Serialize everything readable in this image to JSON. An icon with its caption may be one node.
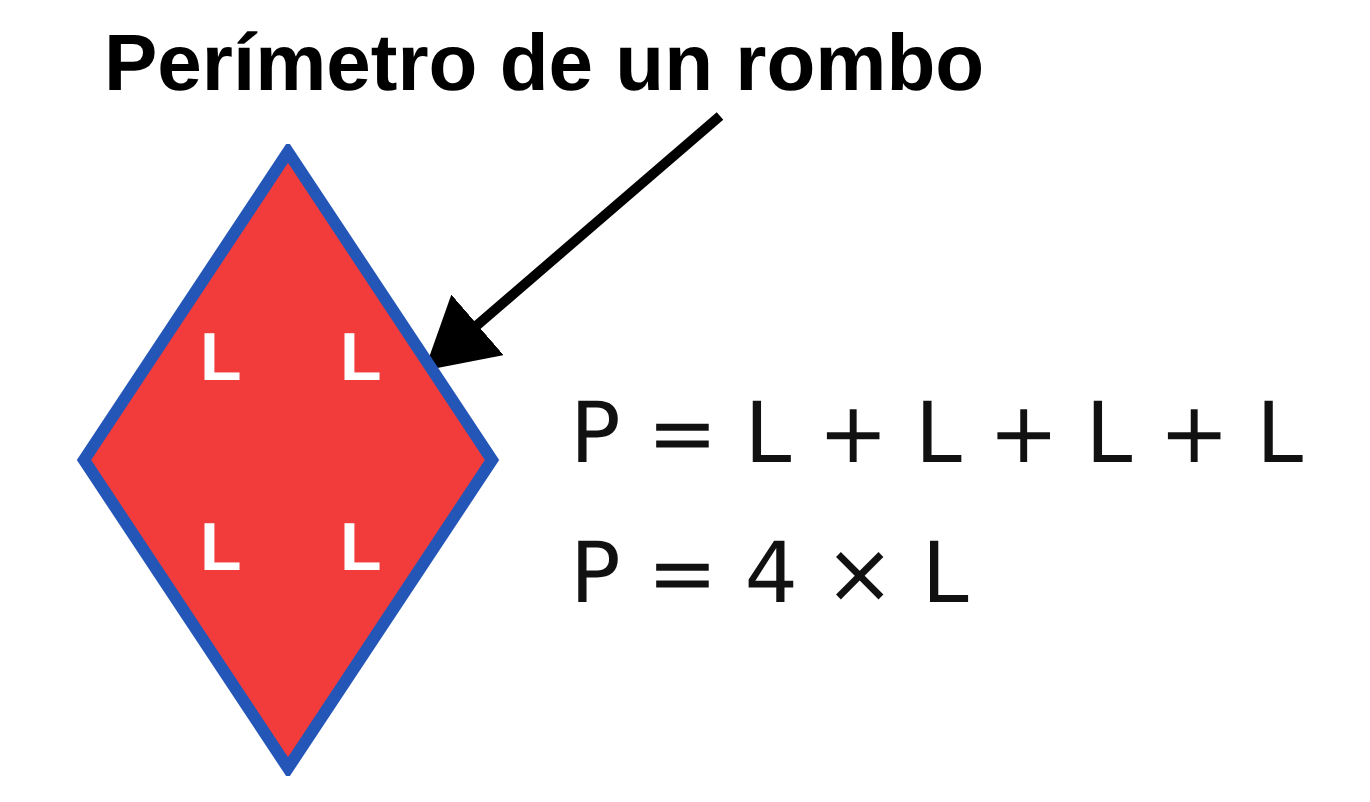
{
  "diagram": {
    "nodes": [
      {
        "text": [
          "Perímetro de un rombo"
        ]
      },
      {
        "text": [
          "L",
          "L",
          "L",
          "L"
        ]
      }
    ],
    "edges": [
      {
        "from": 0,
        "to": 1,
        "arrow": "to"
      }
    ],
    "labels": [
      "P = L + L + L + L",
      "P = 4 × L"
    ]
  }
}
